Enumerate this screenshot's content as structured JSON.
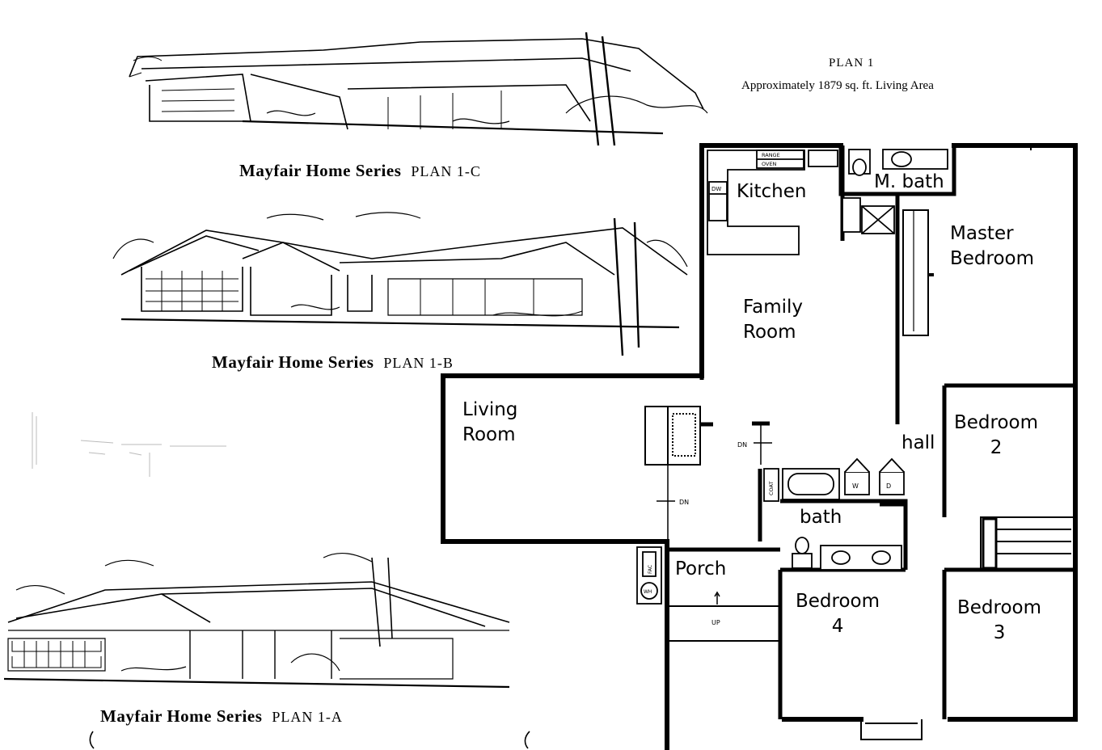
{
  "captions": {
    "plan_1c": {
      "series": "Mayfair Home Series",
      "plan": "PLAN 1-C"
    },
    "plan_1b": {
      "series": "Mayfair Home Series",
      "plan": "PLAN 1-B"
    },
    "plan_1a": {
      "series": "Mayfair Home Series",
      "plan": "PLAN 1-A"
    }
  },
  "floor_plan": {
    "title": "PLAN 1",
    "subtitle": "Approximately 1879 sq. ft. Living Area",
    "rooms": {
      "kitchen": "Kitchen",
      "m_bath": "M. bath",
      "master_bedroom_1": "Master",
      "master_bedroom_2": "Bedroom",
      "family_room_1": "Family",
      "family_room_2": "Room",
      "living_room_1": "Living",
      "living_room_2": "Room",
      "hall": "hall",
      "bedroom_2_1": "Bedroom",
      "bedroom_2_2": "2",
      "bath": "bath",
      "porch": "Porch",
      "bedroom_4_1": "Bedroom",
      "bedroom_4_2": "4",
      "bedroom_3_1": "Bedroom",
      "bedroom_3_2": "3"
    },
    "fixtures": {
      "range": "RANGE",
      "oven": "OVEN",
      "dw": "DW",
      "dn_1": "DN",
      "dn_2": "DN",
      "up": "UP",
      "coat": "COAT",
      "w": "W",
      "d": "D",
      "wh": "WH",
      "fac": "FAC"
    }
  }
}
